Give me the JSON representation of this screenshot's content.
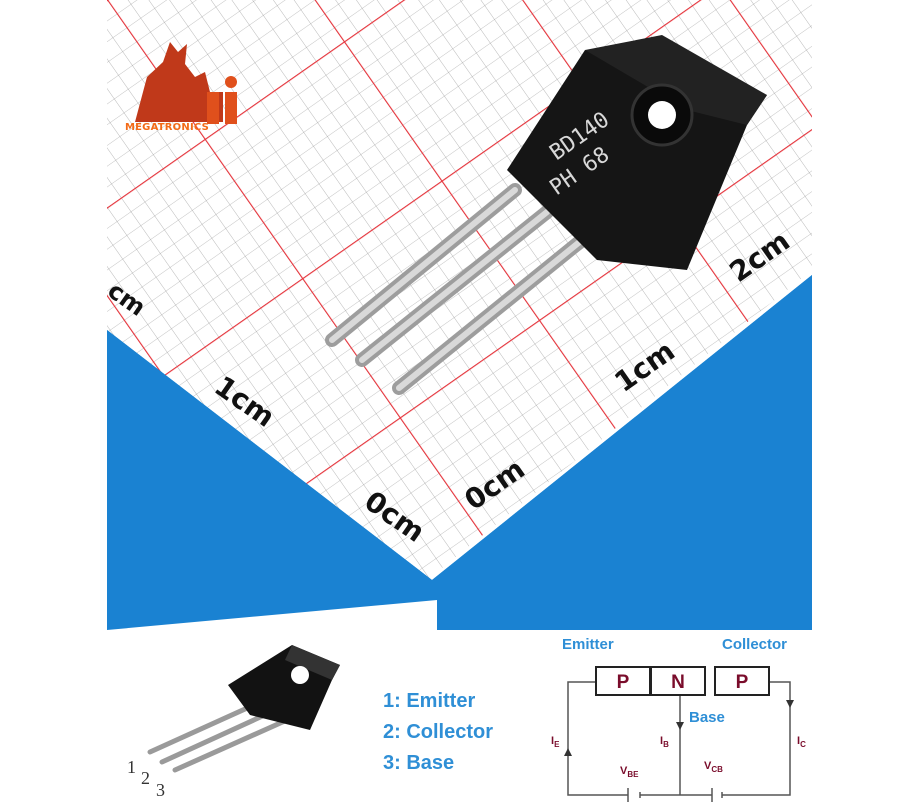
{
  "brand": {
    "logo_text": "MEGATRONICS",
    "logo_color": "#f36b18"
  },
  "ruler": {
    "labels": [
      "1cm",
      "2cm",
      "0cm",
      "1cm",
      "0cm",
      "cm"
    ],
    "grid_color": "#e8343c",
    "band_color": "#1a82d2"
  },
  "component": {
    "marking_line1": "BD140",
    "marking_line2": "PH 68"
  },
  "pinout": {
    "items": [
      "1: Emitter",
      "2: Collector",
      "3: Base"
    ],
    "pin_numbers": [
      "1",
      "2",
      "3"
    ]
  },
  "diagram": {
    "emitter_label": "Emitter",
    "collector_label": "Collector",
    "base_label": "Base",
    "layers": [
      "P",
      "N",
      "P"
    ],
    "currents": {
      "ie": "I",
      "ie_sub": "E",
      "ib": "I",
      "ib_sub": "B",
      "ic": "I",
      "ic_sub": "C"
    },
    "voltages": {
      "vbe": "V",
      "vbe_sub": "BE",
      "vcb": "V",
      "vcb_sub": "CB"
    }
  }
}
